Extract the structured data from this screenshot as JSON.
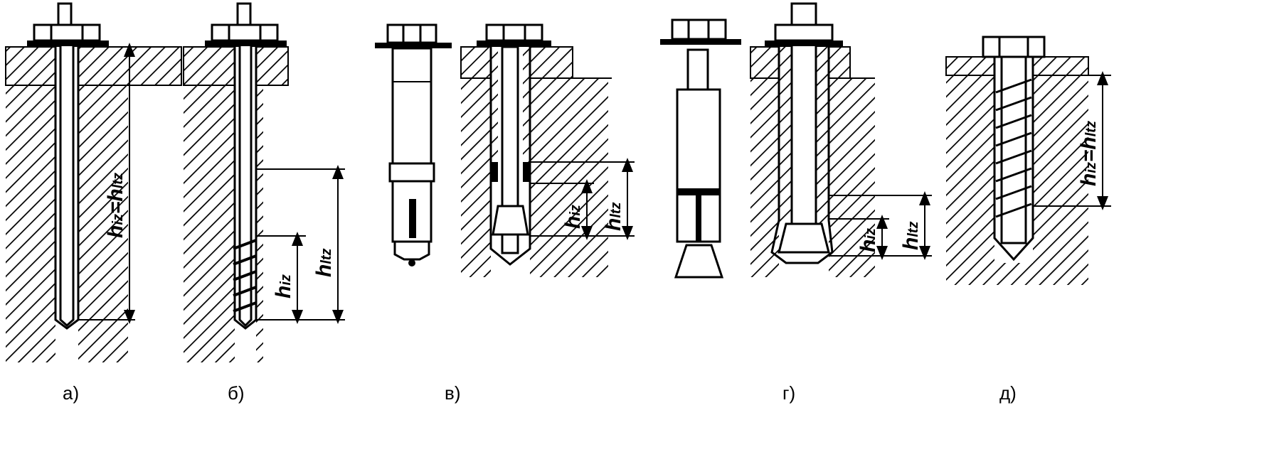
{
  "figures": [
    {
      "caption": "а)",
      "dims": [
        {
          "h": "h",
          "sub1": "iz",
          "eq": "=",
          "h2": "h",
          "sub2": "ltz"
        }
      ]
    },
    {
      "caption": "б)",
      "dims": [
        {
          "h": "h",
          "sub1": "iz"
        },
        {
          "h": "h",
          "sub1": "ltz"
        }
      ]
    },
    {
      "caption": "в)",
      "dims": [
        {
          "h": "h",
          "sub1": "iz"
        },
        {
          "h": "h",
          "sub1": "ltz"
        }
      ]
    },
    {
      "caption": "г)",
      "dims": [
        {
          "h": "h",
          "sub1": "iz"
        },
        {
          "h": "h",
          "sub1": "ltz"
        }
      ]
    },
    {
      "caption": "д)",
      "dims": [
        {
          "h": "h",
          "sub1": "iz",
          "eq": "=",
          "h2": "h",
          "sub2": "ltz"
        }
      ]
    }
  ],
  "colors": {
    "ink": "#000000",
    "paper": "#ffffff"
  }
}
